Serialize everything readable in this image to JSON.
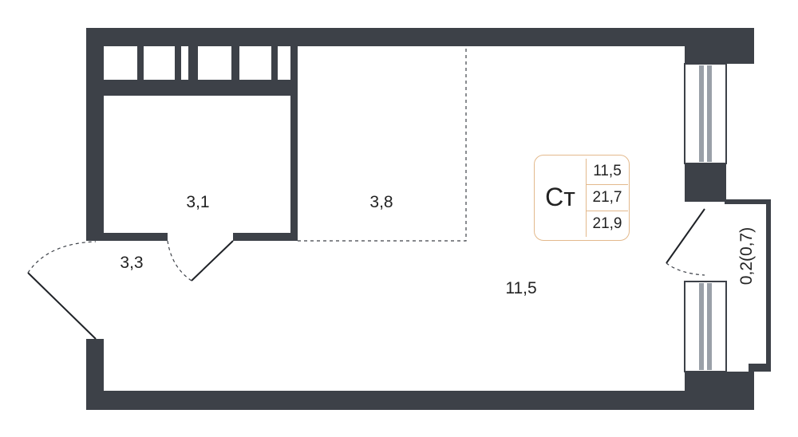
{
  "rooms": {
    "bathroom": "3,1",
    "kitchen": "3,8",
    "hall": "3,3",
    "living": "11,5",
    "balcony": "0,2(0,7)"
  },
  "badge": {
    "type": "Ст",
    "areas": [
      "11,5",
      "21,7",
      "21,9"
    ]
  },
  "colors": {
    "wall": "#3d4148",
    "badge_border": "#e3b98c",
    "window_pane": "#9aa0a8"
  }
}
